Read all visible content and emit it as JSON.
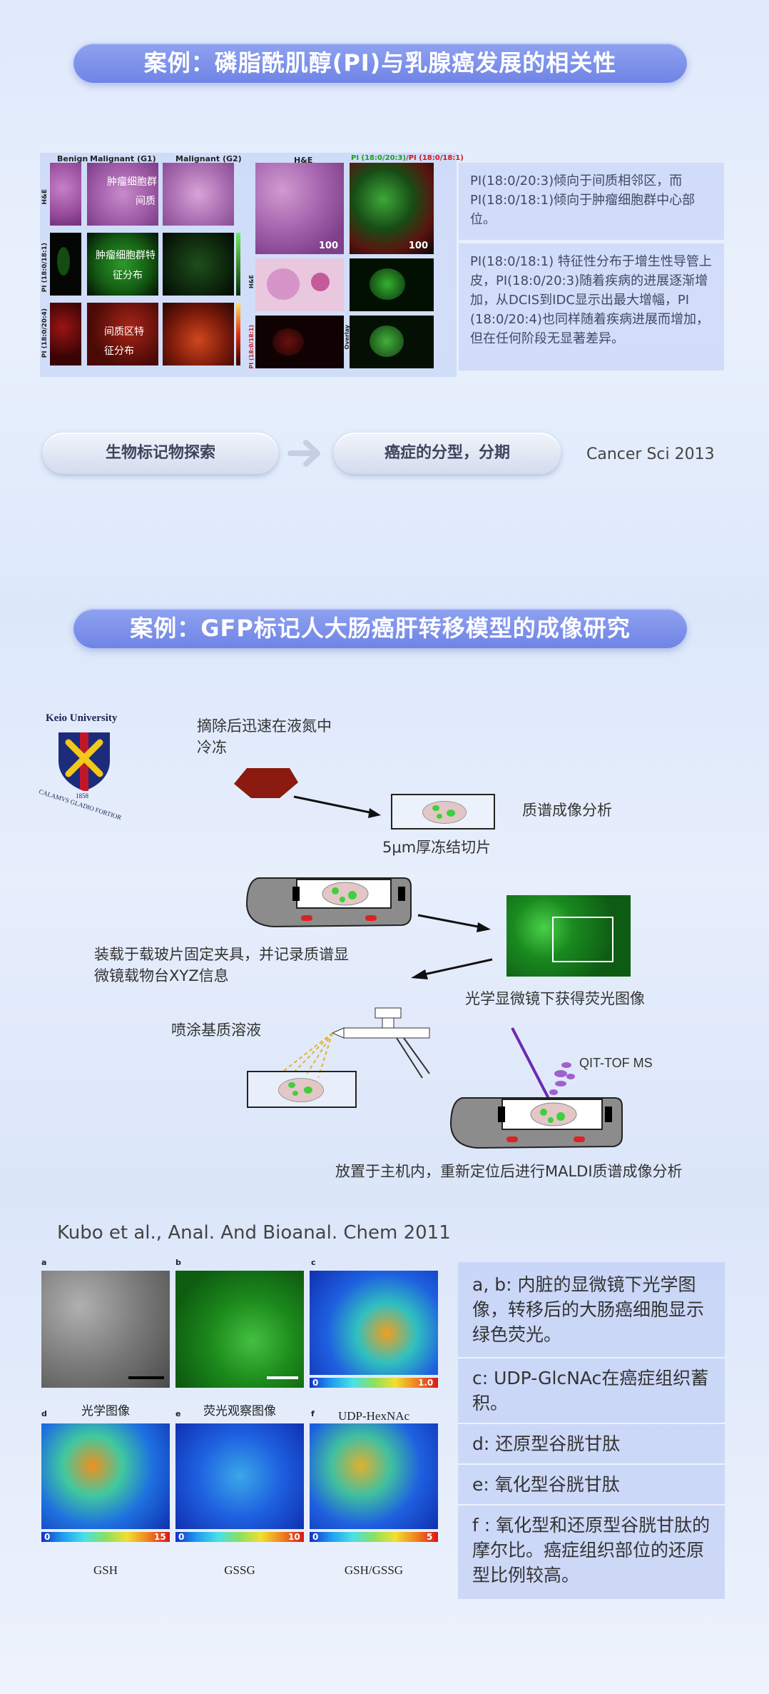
{
  "section1": {
    "title": "案例：磷脂酰肌醇(PI)与乳腺癌发展的相关性",
    "fig_left": {
      "col_headers": [
        "Benign",
        "Malignant (G1)",
        "Malignant (G2)"
      ],
      "row_labels": [
        "H&E",
        "PI (18:0/18:1)",
        "PI (18:0/20:4)"
      ],
      "overlays": [
        "肿瘤细胞群",
        "间质",
        "肿瘤细胞群特",
        "征分布",
        "间质区特",
        "征分布"
      ]
    },
    "fig_right": {
      "header_he": "H&E",
      "header_pi_green": "PI (18:0/20:3)",
      "header_pi_red": "/PI (18:0/18:1)",
      "scale": "100",
      "side_labels": [
        "H&E",
        "PI (18:0/18:1)",
        "Overlay"
      ]
    },
    "info": [
      "PI(18:0/20:3)倾向于间质相邻区，而PI(18:0/18:1)倾向于肿瘤细胞群中心部位。",
      "PI(18:0/18:1) 特征性分布于增生性导管上皮，PI(18:0/20:3)随着疾病的进展逐渐增加，从DCIS到IDC显示出最大增幅，PI (18:0/20:4)也同样随着疾病进展而增加，但在任何阶段无显著差异。"
    ],
    "flow": [
      "生物标记物探索",
      "癌症的分型，分期"
    ],
    "citation": "Cancer Sci 2013"
  },
  "section2": {
    "title": "案例：GFP标记人大肠癌肝转移模型的成像研究",
    "logo": {
      "name": "Keio University",
      "year": "1858",
      "motto": "CALAMVS GLADIO FORTIOR"
    },
    "steps": {
      "s1": "摘除后迅速在液氮中冷冻",
      "s2": "5μm厚冻结切片",
      "s3": "质谱成像分析",
      "s4": "装载于载玻片固定夹具，并记录质谱显微镜载物台XYZ信息",
      "s5": "光学显微镜下获得荧光图像",
      "s6": "喷涂基质溶液",
      "s7": "QIT-TOF MS",
      "s8": "放置于主机内，重新定位后进行MALDI质谱成像分析"
    },
    "citation": "Kubo et al., Anal. And Bioanal. Chem 2011",
    "panels": {
      "letters": [
        "a",
        "b",
        "c",
        "d",
        "e",
        "f"
      ],
      "captions": [
        "光学图像",
        "荧光观察图像",
        "UDP-HexNAc",
        "GSH",
        "GSSG",
        "GSH/GSSG"
      ],
      "colorbar_min": "0",
      "colorbar_max": [
        "1.0",
        "15",
        "10",
        "5"
      ]
    },
    "explain": [
      "a, b: 内脏的显微镜下光学图像，转移后的大肠癌细胞显示绿色荧光。",
      "c: UDP-GlcNAc在癌症组织蓄积。",
      "d: 还原型谷胱甘肽",
      "e: 氧化型谷胱甘肽",
      "f : 氧化型和还原型谷胱甘肽的摩尔比。癌症组织部位的还原型比例较高。"
    ]
  },
  "colors": {
    "title_pill": "#7a8eea",
    "panel": "#c8d4f8",
    "tissue_dark_red": "#8b1a10",
    "cell_green": "#3fcf3f"
  }
}
